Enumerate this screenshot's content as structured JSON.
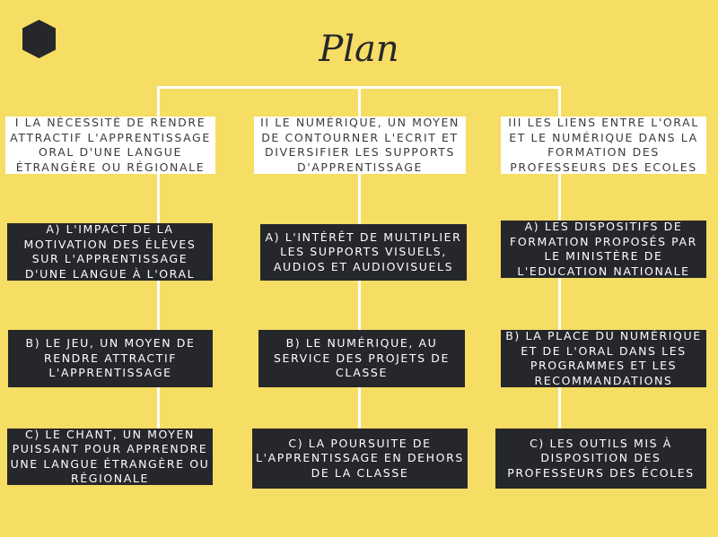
{
  "title": "Plan",
  "colors": {
    "background": "#f6dd64",
    "dark": "#26272b",
    "line": "#ffffff"
  },
  "columns": [
    {
      "heading": "I la nécessité de rendre attractif l'apprentissage oral d'une langue étrangère ou régionale",
      "items": [
        "A) L'impact de la motivation des élèves sur l'apprentissage d'une langue à l'oral",
        "B) Le jeu, un moyen de rendre attractif l'apprentissage",
        "C) Le chant, un moyen puissant pour apprendre une langue étrangère ou régionale"
      ]
    },
    {
      "heading": "II Le numérique, un moyen de contourner l'ecrit et diversifier les supports d'apprentissage",
      "items": [
        "A) L'intérêt de multiplier les supports visuels, audios et audiovisuels",
        "B) Le numérique, au service des projets de classe",
        "C) La poursuite de l'apprentissage en dehors de la classe"
      ]
    },
    {
      "heading": "III Les liens entre l'oral et le numérique dans la formation des professeurs des ecoles",
      "items": [
        "A) Les dispositifs de formation proposés par le ministère de l'education nationale",
        "B) La place du numérique et de l'oral dans les programmes et les recommandations",
        "C) Les outils mis à disposition des professeurs des écoles"
      ]
    }
  ]
}
